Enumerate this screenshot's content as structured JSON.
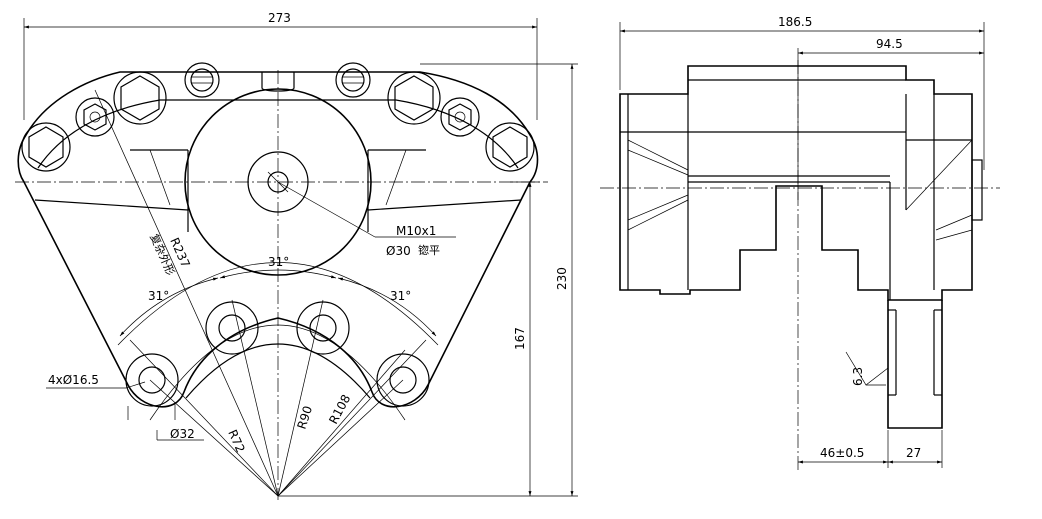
{
  "front_view": {
    "dims": {
      "overall_width": "273",
      "height_230": "230",
      "height_167": "167",
      "angle_center": "31°",
      "angle_left": "31°",
      "angle_right": "31°",
      "radius_r237": "R237",
      "radius_r72": "R72",
      "radius_r90": "R90",
      "radius_r108": "R108",
      "holes": "4xØ16.5",
      "bore_32": "Ø32",
      "thread": "M10x1",
      "spotface": "Ø30",
      "spotface_note": "锪平",
      "r237_note": "复杂外形"
    }
  },
  "side_view": {
    "dims": {
      "overall_width": "186.5",
      "width_94_5": "94.5",
      "width_46": "46±0.5",
      "width_27": "27",
      "roughness": "6.3"
    }
  }
}
